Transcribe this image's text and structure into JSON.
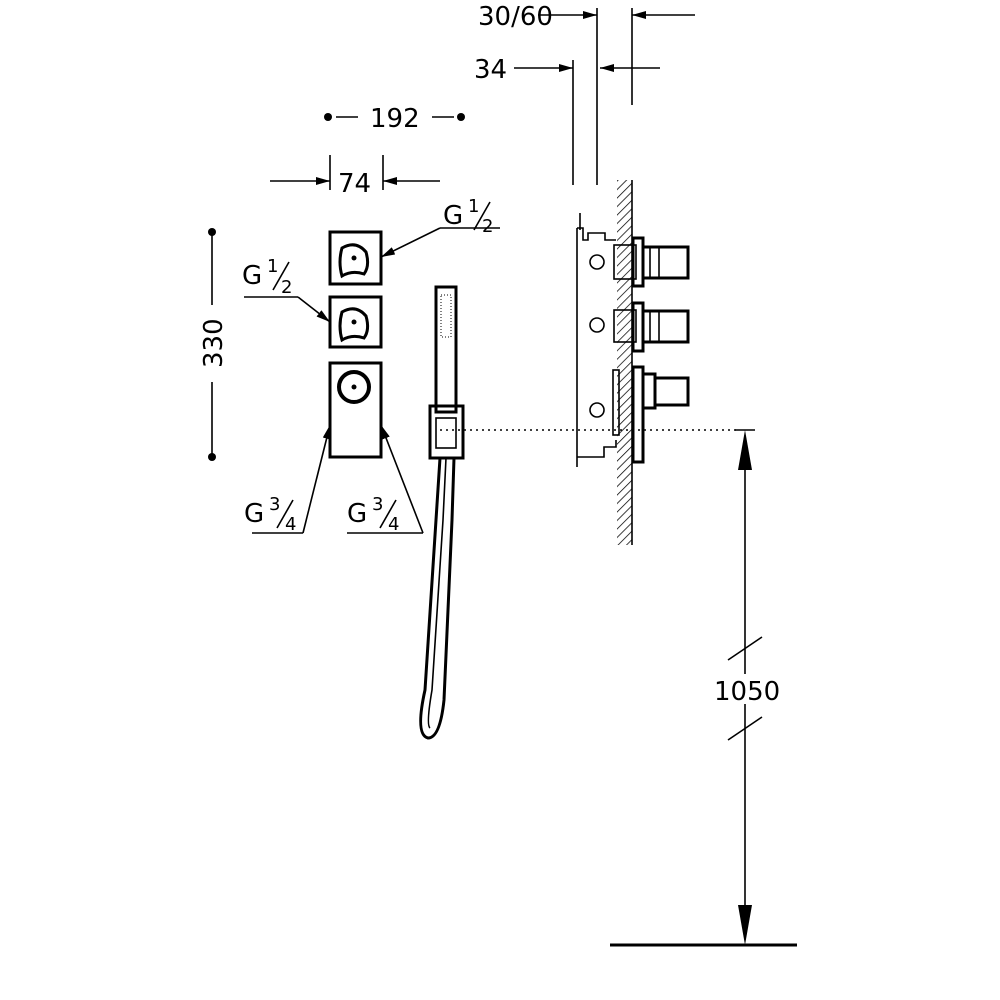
{
  "dimensions": {
    "wall_finish": "30/60",
    "body_depth": "34",
    "spacing_total": "192",
    "plate_width": "74",
    "plate_height": "330",
    "height_from_floor": "1050"
  },
  "connections": [
    {
      "prefix": "G",
      "num": "1",
      "den": "2"
    },
    {
      "prefix": "G",
      "num": "1",
      "den": "2"
    },
    {
      "prefix": "G",
      "num": "3",
      "den": "4"
    },
    {
      "prefix": "G",
      "num": "3",
      "den": "4"
    }
  ],
  "colors": {
    "line": "#000000",
    "background": "#ffffff"
  }
}
